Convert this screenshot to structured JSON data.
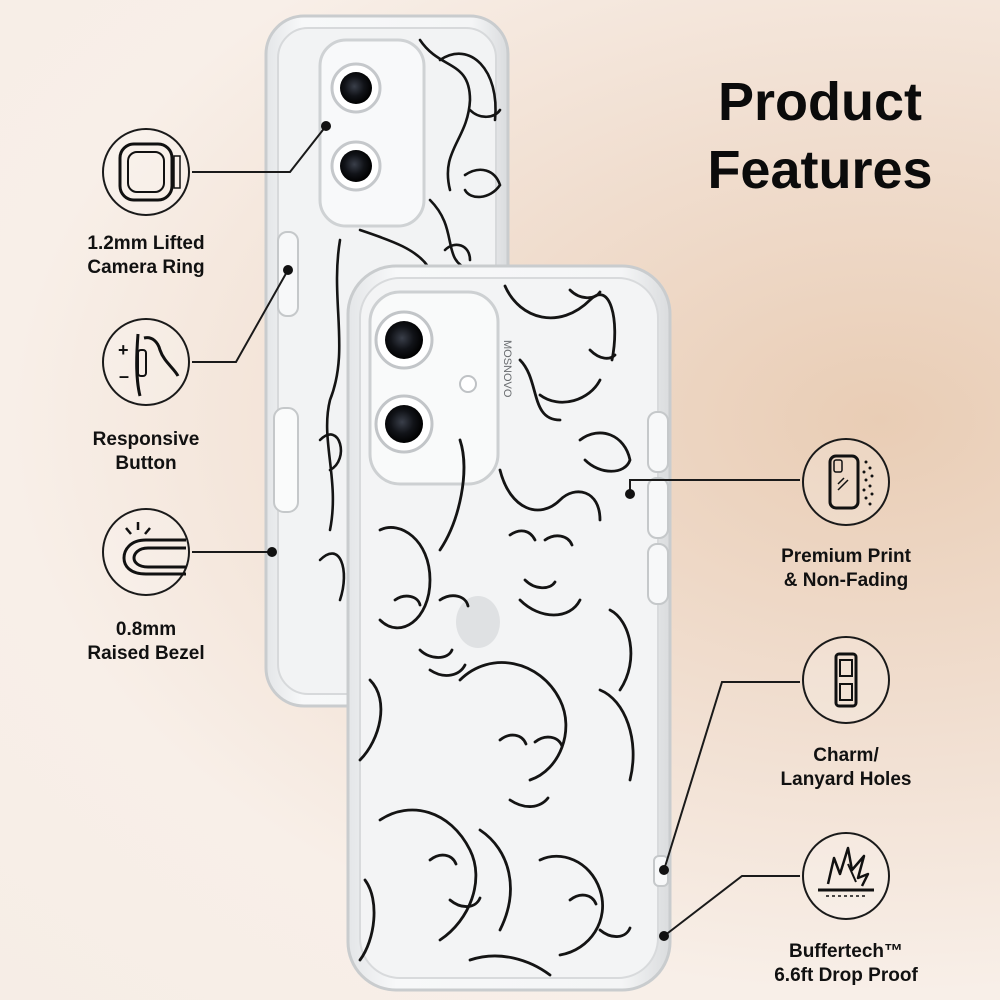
{
  "headline": {
    "line1": "Product",
    "line2": "Features"
  },
  "features_left": [
    {
      "id": "camera-ring",
      "icon": "camera-ring-icon",
      "line1": "1.2mm Lifted",
      "line2": "Camera Ring"
    },
    {
      "id": "responsive-button",
      "icon": "button-icon",
      "line1": "Responsive",
      "line2": "Button"
    },
    {
      "id": "raised-bezel",
      "icon": "bezel-icon",
      "line1": "0.8mm",
      "line2": "Raised Bezel"
    }
  ],
  "features_right": [
    {
      "id": "premium-print",
      "icon": "print-icon",
      "line1": "Premium Print",
      "line2": "& Non-Fading"
    },
    {
      "id": "lanyard-holes",
      "icon": "lanyard-icon",
      "line1": "Charm/",
      "line2": "Lanyard Holes"
    },
    {
      "id": "drop-proof",
      "icon": "shock-icon",
      "line1": "Buffertech™",
      "line2": "6.6ft Drop Proof"
    }
  ],
  "brand_imprint": "MOSNOVO",
  "colors": {
    "line": "#141414",
    "case_edge": "#d8dadc",
    "case_body": "#eef0f1"
  }
}
